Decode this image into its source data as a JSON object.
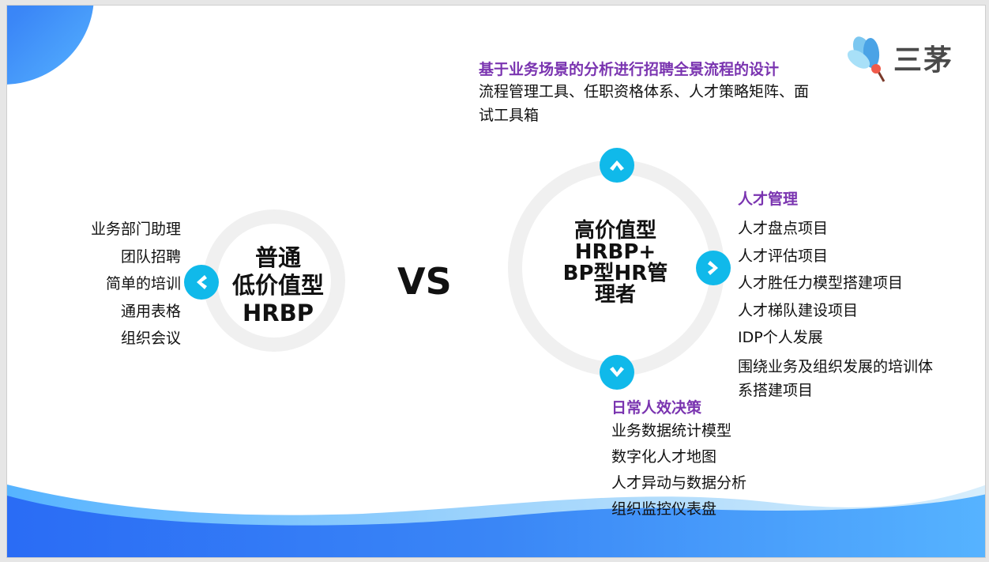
{
  "brand": {
    "logo_text": "三茅",
    "colors": {
      "heading_purple": "#7a34b0",
      "arrow_cyan": "#10b9ea",
      "ring_gray": "#f0f0f0",
      "wave_blue_dark": "#2a6cf5",
      "wave_blue_light": "#56b3ff"
    }
  },
  "top_section": {
    "heading": "基于业务场景的分析进行招聘全景流程的设计",
    "body_line1": "流程管理工具、任职资格体系、人才策略矩阵、面",
    "body_line2": "试工具箱"
  },
  "left_circle": {
    "title_line1": "普通",
    "title_line2": "低价值型",
    "title_line3": "HRBP",
    "arrow_icon": "chevron-left-icon",
    "items": [
      "业务部门助理",
      "团队招聘",
      "简单的培训",
      "通用表格",
      "组织会议"
    ]
  },
  "vs_label": "VS",
  "right_circle": {
    "title_line1": "高价值型",
    "title_line2": "HRBP+",
    "title_line3": "BP型HR管",
    "title_line4": "理者",
    "arrows": [
      "chevron-up-icon",
      "chevron-right-icon",
      "chevron-down-icon"
    ]
  },
  "talent_management": {
    "heading": "人才管理",
    "items": [
      "人才盘点项目",
      "人才评估项目",
      "人才胜任力模型搭建项目",
      "人才梯队建设项目",
      "IDP个人发展",
      "围绕业务及组织发展的培训体",
      "系搭建项目"
    ]
  },
  "daily_efficiency": {
    "heading": "日常人效决策",
    "items": [
      "业务数据统计模型",
      "数字化人才地图",
      "人才异动与数据分析",
      "组织监控仪表盘"
    ]
  }
}
